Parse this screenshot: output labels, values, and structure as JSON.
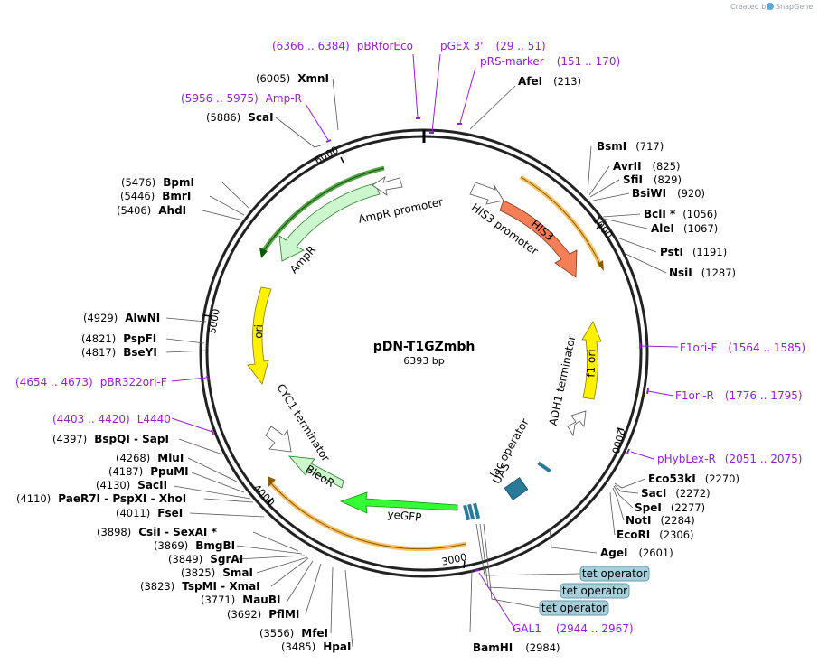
{
  "credit": {
    "prefix": "Created by",
    "brand": "SnapGene"
  },
  "plasmid": {
    "name": "pDN-T1GZmbh",
    "size_label": "6393 bp",
    "length": 6393
  },
  "ticks": [
    "1000",
    "2000",
    "3000",
    "4000",
    "5000",
    "6000"
  ],
  "sites": [
    {
      "id": "afei",
      "name": "AfeI",
      "pos": "(213)",
      "bp": 213
    },
    {
      "id": "bsmi",
      "name": "BsmI",
      "pos": "(717)",
      "bp": 717
    },
    {
      "id": "avrii",
      "name": "AvrII",
      "pos": "(825)",
      "bp": 825
    },
    {
      "id": "sfii",
      "name": "SfiI",
      "pos": "(829)",
      "bp": 829
    },
    {
      "id": "bsiwi",
      "name": "BsiWI",
      "pos": "(920)",
      "bp": 920
    },
    {
      "id": "bcli",
      "name": "BclI *",
      "pos": "(1056)",
      "bp": 1056
    },
    {
      "id": "alei",
      "name": "AleI",
      "pos": "(1067)",
      "bp": 1067
    },
    {
      "id": "psti",
      "name": "PstI",
      "pos": "(1191)",
      "bp": 1191
    },
    {
      "id": "nsii",
      "name": "NsiI",
      "pos": "(1287)",
      "bp": 1287
    },
    {
      "id": "eco53ki",
      "name": "Eco53kI",
      "pos": "(2270)",
      "bp": 2270
    },
    {
      "id": "saci",
      "name": "SacI",
      "pos": "(2272)",
      "bp": 2272
    },
    {
      "id": "spei",
      "name": "SpeI",
      "pos": "(2277)",
      "bp": 2277
    },
    {
      "id": "noti",
      "name": "NotI",
      "pos": "(2284)",
      "bp": 2284
    },
    {
      "id": "ecori",
      "name": "EcoRI",
      "pos": "(2306)",
      "bp": 2306
    },
    {
      "id": "agei",
      "name": "AgeI",
      "pos": "(2601)",
      "bp": 2601
    },
    {
      "id": "bamhi",
      "name": "BamHI",
      "pos": "(2984)",
      "bp": 2984
    },
    {
      "id": "hpai",
      "name": "HpaI",
      "pos": "(3485)",
      "bp": 3485
    },
    {
      "id": "mfei",
      "name": "MfeI",
      "pos": "(3556)",
      "bp": 3556
    },
    {
      "id": "pflmi",
      "name": "PflMI",
      "pos": "(3692)",
      "bp": 3692
    },
    {
      "id": "maubi",
      "name": "MauBI",
      "pos": "(3771)",
      "bp": 3771
    },
    {
      "id": "tspmi",
      "name": "TspMI",
      "pos": "(3823)",
      "bp": 3823,
      "extra": " - XmaI"
    },
    {
      "id": "smai",
      "name": "SmaI",
      "pos": "(3825)",
      "bp": 3825
    },
    {
      "id": "sgrai",
      "name": "SgrAI",
      "pos": "(3849)",
      "bp": 3849
    },
    {
      "id": "bmgbi",
      "name": "BmgBI",
      "pos": "(3869)",
      "bp": 3869
    },
    {
      "id": "csii",
      "name": "CsiI",
      "pos": "(3898)",
      "bp": 3898,
      "extra": " - SexAI *"
    },
    {
      "id": "fsei",
      "name": "FseI",
      "pos": "(4011)",
      "bp": 4011
    },
    {
      "id": "paer7i",
      "name": "PaeR7I",
      "pos": "(4110)",
      "bp": 4110,
      "extra": " - PspXI - XhoI"
    },
    {
      "id": "sacii",
      "name": "SacII",
      "pos": "(4130)",
      "bp": 4130
    },
    {
      "id": "ppumi",
      "name": "PpuMI",
      "pos": "(4187)",
      "bp": 4187
    },
    {
      "id": "mlui",
      "name": "MluI",
      "pos": "(4268)",
      "bp": 4268
    },
    {
      "id": "bspqi",
      "name": "BspQI",
      "pos": "(4397)",
      "bp": 4397,
      "extra": " - SapI"
    },
    {
      "id": "bseyi",
      "name": "BseYI",
      "pos": "(4817)",
      "bp": 4817
    },
    {
      "id": "pspfi",
      "name": "PspFI",
      "pos": "(4821)",
      "bp": 4821
    },
    {
      "id": "alwni",
      "name": "AlwNI",
      "pos": "(4929)",
      "bp": 4929
    },
    {
      "id": "ahdi",
      "name": "AhdI",
      "pos": "(5406)",
      "bp": 5406
    },
    {
      "id": "bmri",
      "name": "BmrI",
      "pos": "(5446)",
      "bp": 5446
    },
    {
      "id": "bpmi",
      "name": "BpmI",
      "pos": "(5476)",
      "bp": 5476
    },
    {
      "id": "scai",
      "name": "ScaI",
      "pos": "(5886)",
      "bp": 5886
    },
    {
      "id": "xmni",
      "name": "XmnI",
      "pos": "(6005)",
      "bp": 6005
    }
  ],
  "primers": [
    {
      "id": "pbrforeco",
      "name": "pBRforEco",
      "range": "(6366 .. 6384)"
    },
    {
      "id": "pgex3",
      "name": "pGEX 3'",
      "range": "(29 .. 51)"
    },
    {
      "id": "prsmarker",
      "name": "pRS-marker",
      "range": "(151 .. 170)"
    },
    {
      "id": "ampr",
      "name": "Amp-R",
      "range": "(5956 .. 5975)"
    },
    {
      "id": "f1orif",
      "name": "F1ori-F",
      "range": "(1564 .. 1585)"
    },
    {
      "id": "f1orir",
      "name": "F1ori-R",
      "range": "(1776 .. 1795)"
    },
    {
      "id": "phyblexr",
      "name": "pHybLex-R",
      "range": "(2051 .. 2075)"
    },
    {
      "id": "pbr322orif",
      "name": "pBR322ori-F",
      "range": "(4654 .. 4673)"
    },
    {
      "id": "l4440",
      "name": "L4440",
      "range": "(4403 .. 4420)"
    },
    {
      "id": "gal1",
      "name": "GAL1",
      "range": "(2944 .. 2967)"
    }
  ],
  "features": [
    {
      "id": "his3",
      "label": "HIS3",
      "color": "#f47e55"
    },
    {
      "id": "his3promoter",
      "label": "HIS3 promoter",
      "color": "#ffffff"
    },
    {
      "id": "ampr",
      "label": "AmpR",
      "color": "#ccf6cc"
    },
    {
      "id": "amprpromoter",
      "label": "AmpR promoter",
      "color": "#ffffff"
    },
    {
      "id": "ori",
      "label": "ori",
      "color": "#fff200"
    },
    {
      "id": "f1ori",
      "label": "f1 ori",
      "color": "#fff200"
    },
    {
      "id": "adh1",
      "label": "ADH1 terminator",
      "color": "#ffffff"
    },
    {
      "id": "cyc1",
      "label": "CYC1 terminator",
      "color": "#ffffff"
    },
    {
      "id": "bleor",
      "label": "BleoR",
      "color": "#ccf6cc"
    },
    {
      "id": "yegfp",
      "label": "yeGFP",
      "color": "#33ff33"
    },
    {
      "id": "lacop",
      "label": "lac operator",
      "color": "#2a7a9a"
    },
    {
      "id": "uas",
      "label": "UAS",
      "color": "#2a7a9a"
    }
  ],
  "tet_operators": [
    "tet operator",
    "tet operator",
    "tet operator"
  ],
  "colors": {
    "primer": "#8e24c8",
    "tetbox": "#a6cfdb",
    "orange_bar": "#f5b041",
    "green_bar": "#2e8b1e"
  }
}
